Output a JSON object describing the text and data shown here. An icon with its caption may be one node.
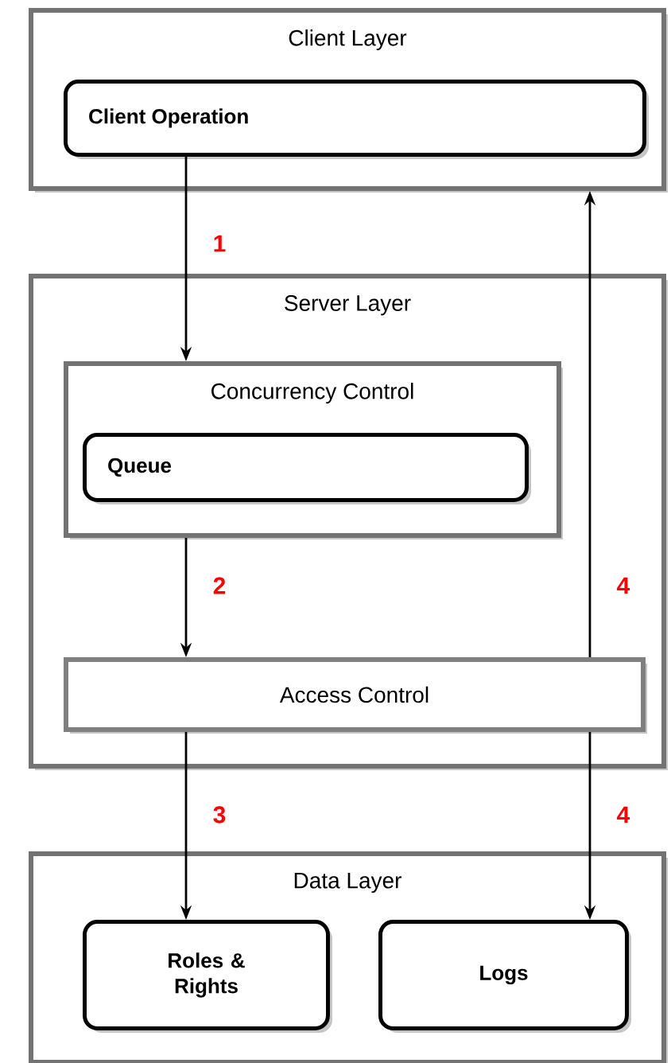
{
  "diagram": {
    "nodes": [
      {
        "text": [
          "Client Layer"
        ]
      },
      {
        "text": [
          "Client Operation"
        ],
        "in": 0
      },
      {
        "text": [
          "Server Layer"
        ]
      },
      {
        "text": [
          "Concurrency Control"
        ],
        "in": 2
      },
      {
        "text": [
          "Queue"
        ],
        "in": 3
      },
      {
        "text": [
          "Access Control"
        ],
        "in": 2
      },
      {
        "text": [
          "Data Layer"
        ]
      },
      {
        "text": [
          "Roles & Rights"
        ],
        "in": 6
      },
      {
        "text": [
          "Logs"
        ],
        "in": 6
      }
    ],
    "edges": [
      {
        "from": 1,
        "to": 3,
        "arrow": "to",
        "label": "1"
      },
      {
        "from": 3,
        "to": 5,
        "arrow": "to",
        "label": "2"
      },
      {
        "from": 5,
        "to": 7,
        "arrow": "to",
        "label": "3"
      },
      {
        "from": 5,
        "to": 0,
        "arrow": "to",
        "label": "4"
      },
      {
        "from": 5,
        "to": 8,
        "arrow": "to",
        "label": "4"
      }
    ]
  }
}
